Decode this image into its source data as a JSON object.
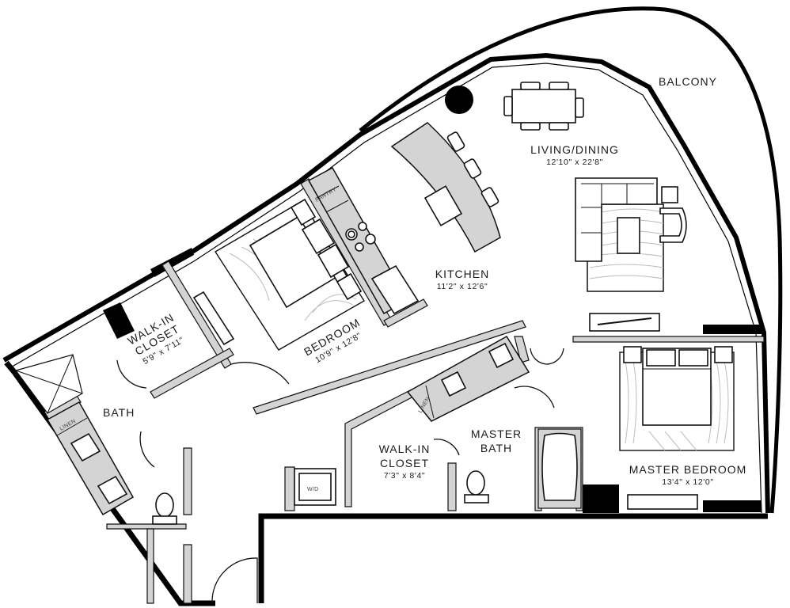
{
  "plan": {
    "rooms": [
      {
        "id": "balcony",
        "name": "BALCONY",
        "dimensions": ""
      },
      {
        "id": "living-dining",
        "name": "LIVING/DINING",
        "dimensions": "12'10\" x 22'8\""
      },
      {
        "id": "kitchen",
        "name": "KITCHEN",
        "dimensions": "11'2\" x 12'6\""
      },
      {
        "id": "bedroom",
        "name": "BEDROOM",
        "dimensions": "10'9\" x 12'8\""
      },
      {
        "id": "walk-in-closet-1",
        "name_line1": "WALK-IN",
        "name_line2": "CLOSET",
        "dimensions": "5'9\" x 7'11\""
      },
      {
        "id": "bath",
        "name": "BATH",
        "dimensions": ""
      },
      {
        "id": "walk-in-closet-2",
        "name_line1": "WALK-IN",
        "name_line2": "CLOSET",
        "dimensions": "7'3\" x 8'4\""
      },
      {
        "id": "master-bath",
        "name_line1": "MASTER",
        "name_line2": "BATH",
        "dimensions": ""
      },
      {
        "id": "master-bedroom",
        "name": "MASTER BEDROOM",
        "dimensions": "13'4\" x 12'0\""
      }
    ],
    "fixture_labels": {
      "pantry": "PANTRY",
      "linen_bath": "LINEN",
      "linen_master": "LINEN",
      "washer_dryer": "W/D"
    },
    "colors": {
      "wall": "#000000",
      "interior_wall": "#d4d4d4",
      "counter": "#d4d4d4",
      "rug_lines": "#bdbdbd",
      "background": "#ffffff"
    }
  }
}
